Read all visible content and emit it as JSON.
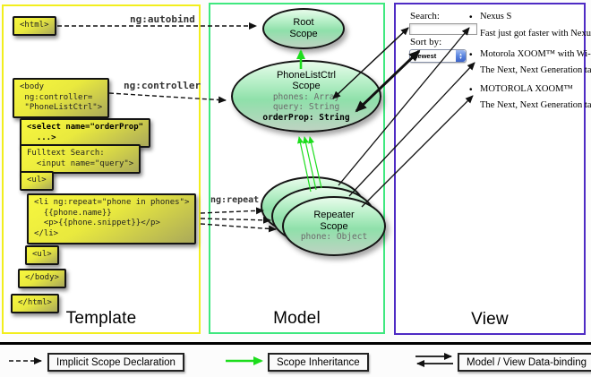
{
  "colors": {
    "template_border": "#f2ee1d",
    "model_border": "#3fe87f",
    "view_border": "#4e2bc4",
    "inheritance_green": "#1ddd1d",
    "arrow_black": "#111111",
    "codebox_yellow": "#f0ef3e",
    "scope_green": "#8fe0aa"
  },
  "panels": {
    "template": "Template",
    "model": "Model",
    "view": "View"
  },
  "annotations": {
    "autobind": "ng:autobind",
    "controller": "ng:controller",
    "repeat": "ng:repeat"
  },
  "template_boxes": [
    {
      "text": "<html>"
    },
    {
      "text": "<body\n ng:controller=\n \"PhoneListCtrl\">"
    },
    {
      "text": "<select name=\"orderProp\"\n  ...>"
    },
    {
      "text": "Fulltext Search:\n  <input name=\"query\">"
    },
    {
      "text": "<ul>"
    },
    {
      "text": "<li ng:repeat=\"phone in phones\">\n  {{phone.name}}\n  <p>{{phone.snippet}}</p>\n</li>"
    },
    {
      "text": "<ul>"
    },
    {
      "text": "</body>"
    },
    {
      "text": "</html>"
    }
  ],
  "model": {
    "root_scope": {
      "title": "Root\nScope"
    },
    "phonelist_scope": {
      "title": "PhoneListCtrl\nScope",
      "props": [
        "phones: Array",
        "query: String",
        "orderProp: String"
      ]
    },
    "repeater_scope": {
      "title": "Repeater\nScope",
      "props": [
        "phone: Object"
      ]
    }
  },
  "view": {
    "search_label": "Search:",
    "search_value": "",
    "sort_label": "Sort by:",
    "sort_value": "Newest",
    "items": [
      {
        "title": "Nexus S",
        "desc": "Fast just got faster with Nexus S."
      },
      {
        "title": "Motorola XOOM™ with Wi-Fi",
        "desc": "The Next, Next Generation tablet."
      },
      {
        "title": "MOTOROLA XOOM™",
        "desc": "The Next, Next Generation tablet."
      }
    ]
  },
  "legend": [
    {
      "label": "Implicit Scope Declaration",
      "arrow": "dashed-black-arrow"
    },
    {
      "label": "Scope Inheritance",
      "arrow": "green-arrow"
    },
    {
      "label": "Model / View Data-binding",
      "arrow": "double-black-arrow"
    }
  ]
}
